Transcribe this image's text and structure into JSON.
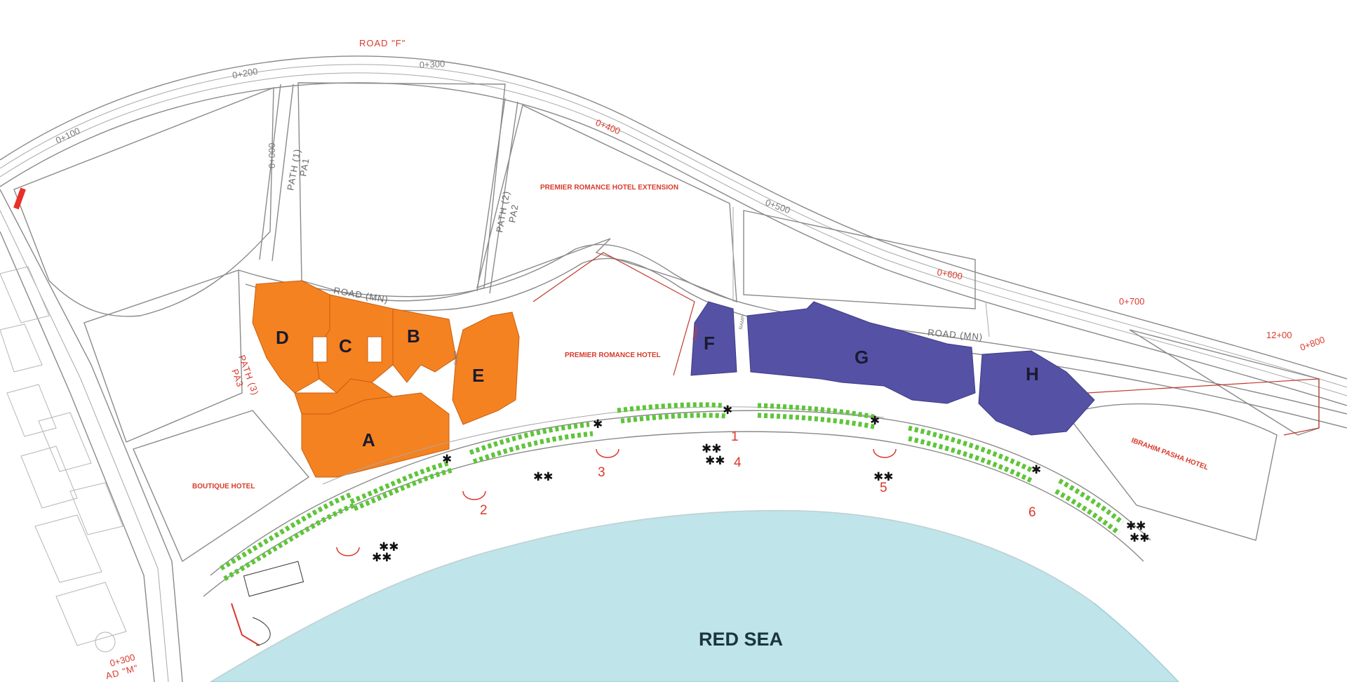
{
  "roads": {
    "road_f": "ROAD \"F\"",
    "road_mn_1": "ROAD (MN)",
    "road_mn_2": "ROAD (MN)",
    "road_m": "AD \"M\"",
    "path1_a": "PATH (1)",
    "path1_b": "PA1",
    "path2_a": "PATH (2)",
    "path2_b": "PA2",
    "path3_a": "PATH (3)",
    "path3_b": "PA3"
  },
  "chainages": {
    "c100": "0+100",
    "c200": "0+200",
    "c300": "0+300",
    "c400": "0+400",
    "c500": "0+500",
    "c600": "0+600",
    "c700": "0+700",
    "c800": "0+800",
    "c1200": "12+00",
    "cpath1": "0+000",
    "cm300": "0+300"
  },
  "hotels": {
    "extension": "PREMIER ROMANCE HOTEL EXTENSION",
    "premier": "PREMIER ROMANCE HOTEL",
    "boutique": "BOUTIQUE HOTEL",
    "ibrahim": "IBRAHIM PASHA HOTEL"
  },
  "buildings": {
    "a": "A",
    "b": "B",
    "c": "C",
    "d": "D",
    "e": "E",
    "f": "F",
    "g": "G",
    "h": "H",
    "ramp_1": "RAMP",
    "ramp_2": "RAMP",
    "ramp_3": "RAMP"
  },
  "promenade_stations": [
    "1",
    "2",
    "3",
    "4",
    "5",
    "6"
  ],
  "sea": {
    "label": "RED SEA"
  },
  "colors": {
    "orange_buildings": "#f58220",
    "blue_buildings": "#5552a6",
    "sea": "#bfe4ea",
    "trees": "#5fc53a",
    "annotation_red": "#d93a2b"
  }
}
